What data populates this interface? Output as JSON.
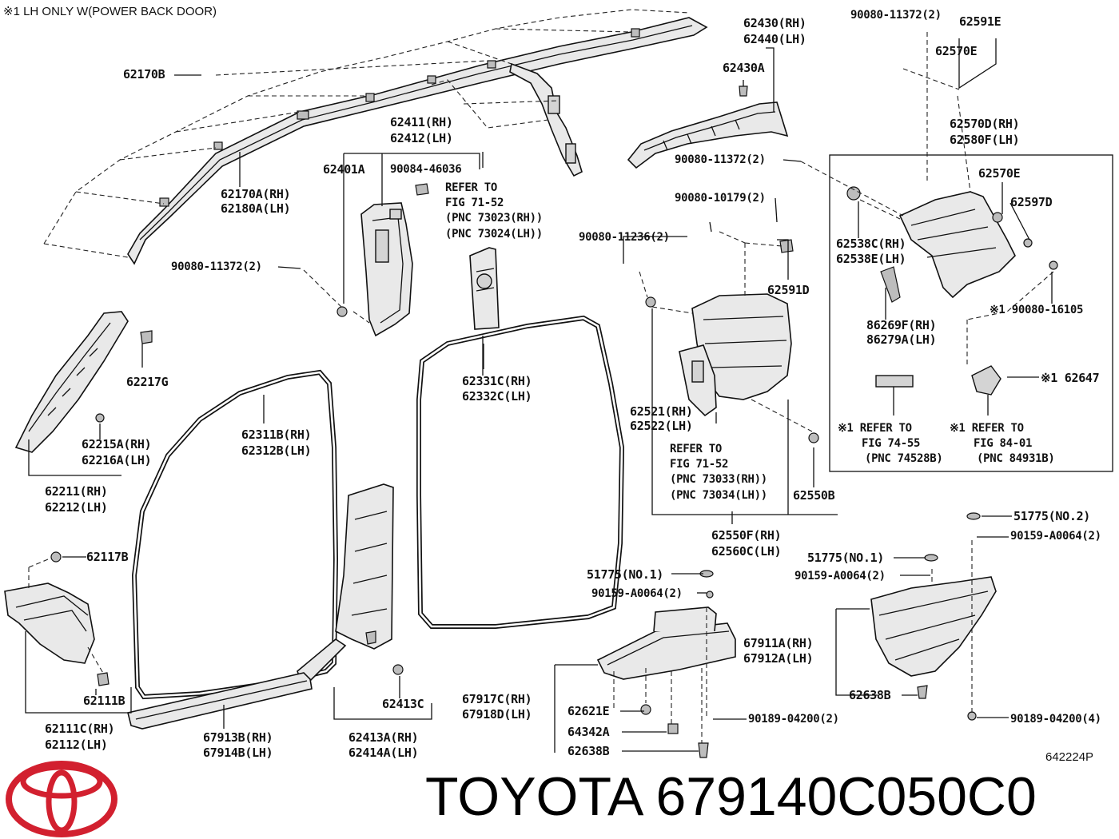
{
  "note": "※1  LH ONLY W(POWER BACK DOOR)",
  "figure_code": "642224P",
  "brand": {
    "name": "TOYOTA",
    "part_number": "679140C050C0",
    "logo_color": "#d2202f"
  },
  "labels": {
    "l62170b": "62170B",
    "l62170a": "62170A(RH)",
    "l62180a": "62180A(LH)",
    "l90080_11372_a": "90080-11372(2)",
    "l62401a": "62401A",
    "l62411": "62411(RH)",
    "l62412": "62412(LH)",
    "l90084": "90084-46036",
    "refer1_1": "REFER TO",
    "refer1_2": "FIG 71-52",
    "refer1_3": "(PNC 73023(RH))",
    "refer1_4": "(PNC 73024(LH))",
    "l62430": "62430(RH)",
    "l62440": "62440(LH)",
    "l62430a": "62430A",
    "l90080_11372_b": "90080-11372(2)",
    "l90080_11372_c": "90080-11372(2)",
    "l62591e": "62591E",
    "l62570e_a": "62570E",
    "l62570d": "62570D(RH)",
    "l62580f": "62580F(LH)",
    "l62570e_b": "62570E",
    "l62597d": "62597D",
    "l62538c": "62538C(RH)",
    "l62538e": "62538E(LH)",
    "l90080_16105": "※1 90080-16105",
    "l86269f": "86269F(RH)",
    "l86279a": "86279A(LH)",
    "l62647": "※1 62647",
    "refer2_1": "※1 REFER TO",
    "refer2_2": "FIG 74-55",
    "refer2_3": "(PNC 74528B)",
    "refer3_1": "※1 REFER TO",
    "refer3_2": "FIG 84-01",
    "refer3_3": "(PNC 84931B)",
    "l90080_10179": "90080-10179(2)",
    "l90080_11236": "90080-11236(2)",
    "l62591d": "62591D",
    "l62521": "62521(RH)",
    "l62522": "62522(LH)",
    "refer4_1": "REFER TO",
    "refer4_2": "FIG 71-52",
    "refer4_3": "(PNC 73033(RH))",
    "refer4_4": "(PNC 73034(LH))",
    "l62550b": "62550B",
    "l62550f": "62550F(RH)",
    "l62560c": "62560C(LH)",
    "l62217g": "62217G",
    "l62215a": "62215A(RH)",
    "l62216a": "62216A(LH)",
    "l62211": "62211(RH)",
    "l62212": "62212(LH)",
    "l62311b": "62311B(RH)",
    "l62312b": "62312B(LH)",
    "l62331c": "62331C(RH)",
    "l62332c": "62332C(LH)",
    "l62117b": "62117B",
    "l62111b": "62111B",
    "l62111c": "62111C(RH)",
    "l62112": "62112(LH)",
    "l67913b": "67913B(RH)",
    "l67914b": "67914B(LH)",
    "l62413c": "62413C",
    "l62413a": "62413A(RH)",
    "l62414a": "62414A(LH)",
    "l51775_no1_a": "51775(NO.1)",
    "l90159_a": "90159-A0064(2)",
    "l51775_no1_b": "51775(NO.1)",
    "l90159_b": "90159-A0064(2)",
    "l51775_no2": "51775(NO.2)",
    "l90159_c": "90159-A0064(2)",
    "l67911a": "67911A(RH)",
    "l67912a": "67912A(LH)",
    "l67917c": "67917C(RH)",
    "l67918d": "67918D(LH)",
    "l62621e": "62621E",
    "l64342a": "64342A",
    "l62638b_a": "62638B",
    "l90189_a": "90189-04200(2)",
    "l62638b_b": "62638B",
    "l90189_b": "90189-04200(4)"
  }
}
